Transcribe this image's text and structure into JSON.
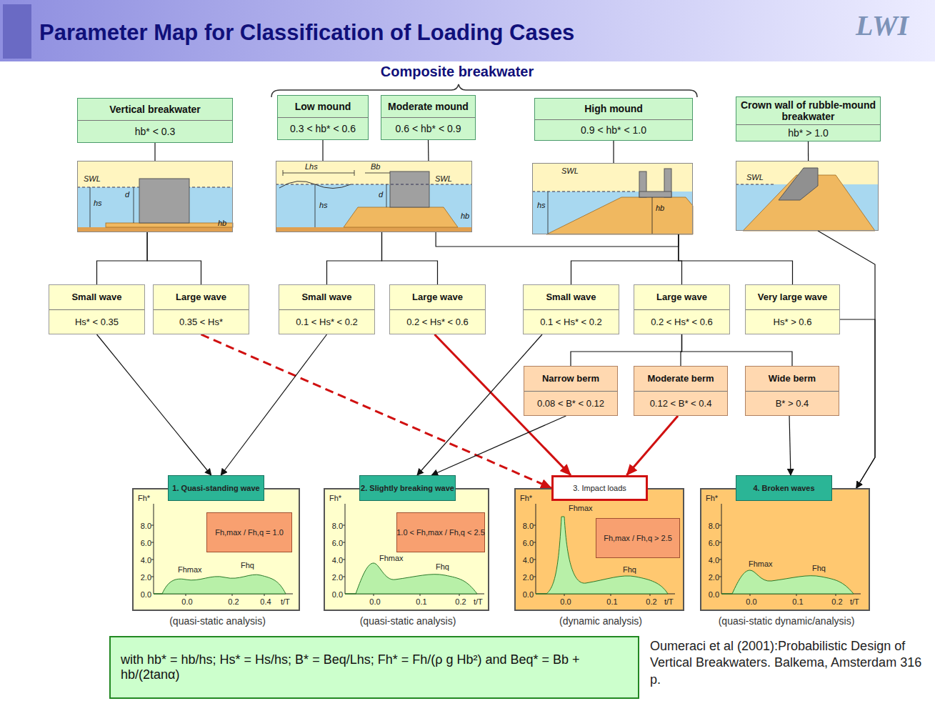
{
  "diagram": {
    "title": "Parameter Map for Classification of Loading Cases",
    "caption": "Oumeraci et al (2001):Probabilistic Design of Vertical Breakwaters. Balkema, Amsterdam 316 p.",
    "nodes": [
      {
        "text": [
          "Vertical breakwater",
          "hb* < 0.3"
        ]
      },
      {
        "text": [
          "Low mound",
          "0.3 < hb* < 0.6"
        ]
      },
      {
        "text": [
          "Moderate mound",
          "0.6 < hb* < 0.9"
        ]
      },
      {
        "text": [
          "High mound",
          "0.9 < hb* < 1.0"
        ]
      },
      {
        "text": [
          "Crown wall of rubble-mound breakwater",
          "hb* > 1.0"
        ]
      },
      {
        "text": [
          "SWL",
          "hs",
          "d",
          "hb"
        ]
      },
      {
        "text": [
          "Lhs",
          "Bb",
          "SWL",
          "d",
          "hs",
          "hb"
        ]
      },
      {
        "text": [
          "SWL",
          "hs",
          "hb"
        ]
      },
      {
        "text": [
          "SWL"
        ]
      },
      {
        "text": [
          "Small wave",
          "Hs* < 0.35"
        ]
      },
      {
        "text": [
          "Large wave",
          "0.35 < Hs*"
        ]
      },
      {
        "text": [
          "Small wave",
          "0.1 < Hs* < 0.2"
        ]
      },
      {
        "text": [
          "Large wave",
          "0.2 < Hs* < 0.6"
        ]
      },
      {
        "text": [
          "Small wave",
          "0.1 < Hs* < 0.2"
        ]
      },
      {
        "text": [
          "Large wave",
          "0.2 < Hs* < 0.6"
        ]
      },
      {
        "text": [
          "Very large wave",
          "Hs* > 0.6"
        ]
      },
      {
        "text": [
          "Narrow berm",
          "0.08 < B* < 0.12"
        ]
      },
      {
        "text": [
          "Moderate berm",
          "0.12 < B* < 0.4"
        ]
      },
      {
        "text": [
          "Wide berm",
          "B* > 0.4"
        ]
      },
      {
        "text": [
          "(quasi-static analysis)",
          "Fh*",
          "8.0",
          "6.0",
          "4.0",
          "2.0",
          "0.0",
          "0.0",
          "0.2",
          "0.4",
          "t/T",
          "Fhmax",
          "Fhq"
        ]
      },
      {
        "text": [
          "1. Quasi-standing wave"
        ],
        "in": 19
      },
      {
        "text": [
          "Fh,max / Fh,q = 1.0"
        ],
        "in": 19
      },
      {
        "text": [
          "(quasi-static analysis)",
          "Fh*",
          "8.0",
          "6.0",
          "4.0",
          "2.0",
          "0.0",
          "0.0",
          "0.1",
          "0.2",
          "t/T",
          "Fhmax",
          "Fhq"
        ]
      },
      {
        "text": [
          "2. Slightly breaking wave"
        ],
        "in": 22
      },
      {
        "text": [
          "1.0 < Fh,max / Fh,q < 2.5"
        ],
        "in": 22
      },
      {
        "text": [
          "(dynamic analysis)",
          "Fh*",
          "8.0",
          "6.0",
          "4.0",
          "2.0",
          "0.0",
          "0.0",
          "0.1",
          "0.2",
          "t/T",
          "Fhmax",
          "Fhq"
        ]
      },
      {
        "text": [
          "3. Impact loads"
        ],
        "in": 25
      },
      {
        "text": [
          "Fh,max / Fh,q > 2.5"
        ],
        "in": 25
      },
      {
        "text": [
          "(quasi-static dynamic/analysis)",
          "Fh*",
          "8.0",
          "6.0",
          "4.0",
          "2.0",
          "0.0",
          "0.0",
          "0.1",
          "0.2",
          "t/T",
          "Fhmax",
          "Fhq"
        ]
      },
      {
        "text": [
          "4. Broken waves"
        ],
        "in": 28
      },
      {
        "text": [
          "with hb* = hb/hs; Hs* = Hs/hs; B* = Beq/Lhs; Fh* = Fh/(ρ g Hb²) and Beq* = Bb + hb/(2tanα)"
        ]
      }
    ],
    "edges": [
      {
        "from": 0,
        "to": 5,
        "arrow": "none"
      },
      {
        "from": 1,
        "to": 6,
        "arrow": "none"
      },
      {
        "from": 2,
        "to": 6,
        "arrow": "none"
      },
      {
        "from": 3,
        "to": 7,
        "arrow": "none"
      },
      {
        "from": 4,
        "to": 8,
        "arrow": "none"
      },
      {
        "from": 5,
        "to": 9,
        "arrow": "none"
      },
      {
        "from": 5,
        "to": 10,
        "arrow": "none"
      },
      {
        "from": 6,
        "to": 11,
        "arrow": "none"
      },
      {
        "from": 6,
        "to": 12,
        "arrow": "none"
      },
      {
        "from": 6,
        "to": 7,
        "arrow": "none"
      },
      {
        "from": 7,
        "to": 13,
        "arrow": "none"
      },
      {
        "from": 7,
        "to": 14,
        "arrow": "none"
      },
      {
        "from": 7,
        "to": 15,
        "arrow": "none"
      },
      {
        "from": 14,
        "to": 16,
        "arrow": "none"
      },
      {
        "from": 14,
        "to": 17,
        "arrow": "none"
      },
      {
        "from": 14,
        "to": 18,
        "arrow": "none"
      },
      {
        "from": 9,
        "to": 20,
        "arrow": "to"
      },
      {
        "from": 10,
        "to": 26,
        "arrow": "to"
      },
      {
        "from": 11,
        "to": 20,
        "arrow": "to"
      },
      {
        "from": 12,
        "to": 26,
        "arrow": "to"
      },
      {
        "from": 13,
        "to": 23,
        "arrow": "to"
      },
      {
        "from": 16,
        "to": 23,
        "arrow": "to"
      },
      {
        "from": 17,
        "to": 26,
        "arrow": "to"
      },
      {
        "from": 18,
        "to": 29,
        "arrow": "to"
      },
      {
        "from": 15,
        "to": 28,
        "arrow": "to"
      },
      {
        "from": 8,
        "to": 28,
        "arrow": "to"
      }
    ],
    "labels": [
      "LWI",
      "Composite breakwater"
    ]
  }
}
